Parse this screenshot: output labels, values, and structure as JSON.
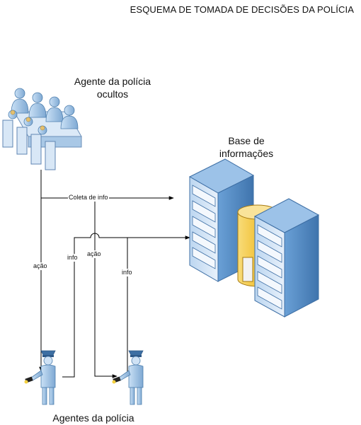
{
  "title": "ESQUEMA DE TOMADA DE DECISÕES DA POLÍCIA",
  "nodes": {
    "covert_agents": {
      "line1": "Agente da polícia",
      "line2": "ocultos",
      "icon": "meeting-group-icon"
    },
    "database": {
      "line1": "Base de",
      "line2": "informações",
      "icon": "server-database-icon"
    },
    "field_agents": {
      "label": "Agentes da polícia",
      "icon": "police-officer-icon"
    }
  },
  "edges": {
    "coleta": "Coleta de info",
    "acao_left": "ação",
    "acao_mid": "ação",
    "info_left": "info",
    "info_right": "info"
  },
  "colors": {
    "figure_blue": "#9fc6e8",
    "figure_dark": "#4e7fae",
    "server_blue": "#5b8fc4",
    "cylinder_yellow": "#f2c94c"
  }
}
